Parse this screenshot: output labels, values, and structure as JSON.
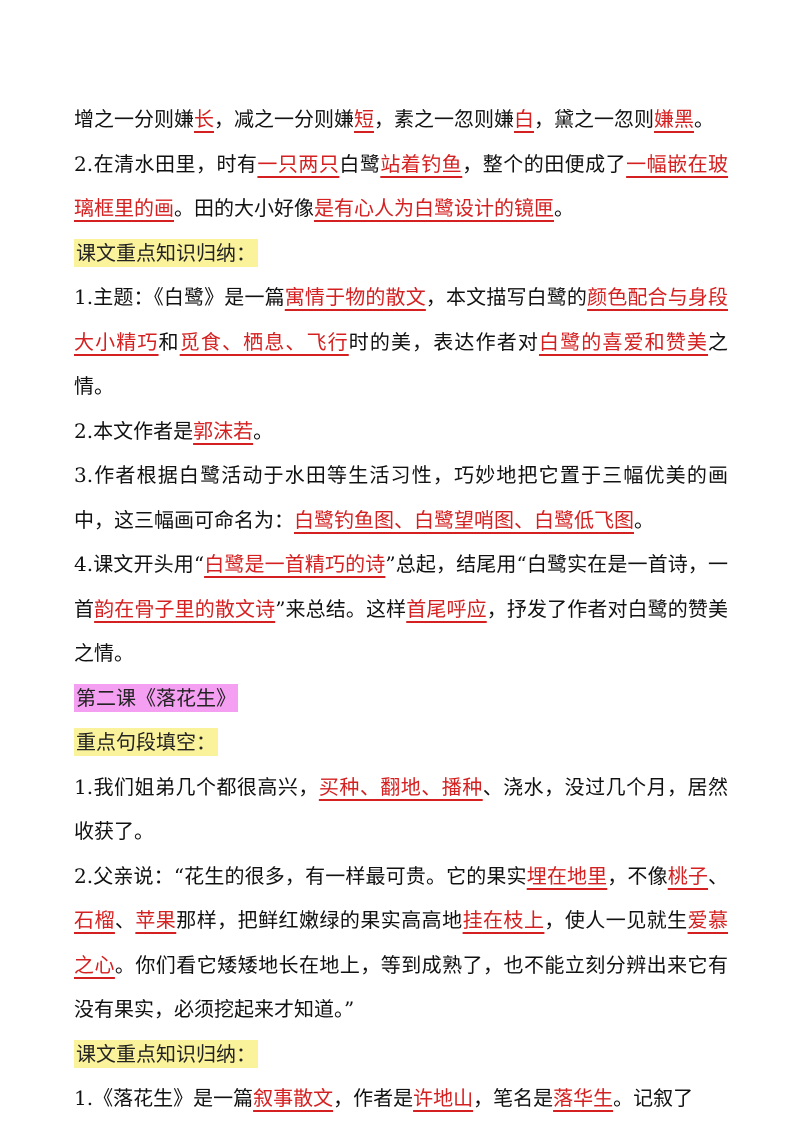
{
  "blocks": [
    {
      "type": "para",
      "segments": [
        {
          "t": "增之一分则嫌"
        },
        {
          "t": "长",
          "b": true
        },
        {
          "t": "，减之一分则嫌"
        },
        {
          "t": "短",
          "b": true
        },
        {
          "t": "，素之一忽则嫌"
        },
        {
          "t": "白",
          "b": true
        },
        {
          "t": "，黛之一忽则"
        },
        {
          "t": "嫌黑",
          "b": true
        },
        {
          "t": "。"
        }
      ]
    },
    {
      "type": "para",
      "segments": [
        {
          "t": "2.在清水田里，时有"
        },
        {
          "t": "一只两只",
          "b": true
        },
        {
          "t": "白鹭"
        },
        {
          "t": "站着钓鱼",
          "b": true
        },
        {
          "t": "，整个的田便成了"
        },
        {
          "t": "一幅嵌在玻璃框里的画",
          "b": true
        },
        {
          "t": "。田的大小好像"
        },
        {
          "t": "是有心人为白鹭设计的镜匣",
          "b": true
        },
        {
          "t": "。"
        }
      ]
    },
    {
      "type": "heading",
      "style": "yellow",
      "text": "课文重点知识归纳："
    },
    {
      "type": "para",
      "segments": [
        {
          "t": "1.主题：《白鹭》是一篇"
        },
        {
          "t": "寓情于物的散文",
          "b": true
        },
        {
          "t": "，本文描写白鹭的"
        },
        {
          "t": "颜色配合与身段大小精巧",
          "b": true
        },
        {
          "t": "和"
        },
        {
          "t": "觅食、栖息、飞行",
          "b": true
        },
        {
          "t": "时的美，表达作者对"
        },
        {
          "t": "白鹭的喜爱和赞美",
          "b": true
        },
        {
          "t": "之情。"
        }
      ]
    },
    {
      "type": "para",
      "segments": [
        {
          "t": "2.本文作者是"
        },
        {
          "t": "郭沫若",
          "b": true
        },
        {
          "t": "。"
        }
      ]
    },
    {
      "type": "para",
      "segments": [
        {
          "t": "3.作者根据白鹭活动于水田等生活习性，巧妙地把它置于三幅优美的画中，这三幅画可命名为："
        },
        {
          "t": "白鹭钓鱼图、白鹭望哨图、白鹭低飞图",
          "b": true
        },
        {
          "t": "。"
        }
      ]
    },
    {
      "type": "para",
      "segments": [
        {
          "t": "4.课文开头用“"
        },
        {
          "t": "白鹭是一首精巧的诗",
          "b": true
        },
        {
          "t": "”总起，结尾用“白鹭实在是一首诗，一首"
        },
        {
          "t": "韵在骨子里的散文诗",
          "b": true
        },
        {
          "t": "”来总结。这样"
        },
        {
          "t": "首尾呼应",
          "b": true
        },
        {
          "t": "，抒发了作者对白鹭的赞美之情。"
        }
      ]
    },
    {
      "type": "heading",
      "style": "pink",
      "text": "第二课《落花生》"
    },
    {
      "type": "heading",
      "style": "yellow",
      "text": "重点句段填空："
    },
    {
      "type": "para",
      "segments": [
        {
          "t": "1.我们姐弟几个都很高兴，"
        },
        {
          "t": "买种、翻地、播种",
          "b": true
        },
        {
          "t": "、浇水，没过几个月，居然收获了。"
        }
      ]
    },
    {
      "type": "para",
      "segments": [
        {
          "t": "2.父亲说：“花生的很多，有一样最可贵。它的果实"
        },
        {
          "t": "埋在地里",
          "b": true
        },
        {
          "t": "，不像"
        },
        {
          "t": "桃子",
          "b": true
        },
        {
          "t": "、"
        },
        {
          "t": "石榴",
          "b": true
        },
        {
          "t": "、"
        },
        {
          "t": "苹果",
          "b": true
        },
        {
          "t": "那样，把鲜红嫩绿的果实高高地"
        },
        {
          "t": "挂在枝上",
          "b": true
        },
        {
          "t": "，使人一见就生"
        },
        {
          "t": "爱慕之心",
          "b": true
        },
        {
          "t": "。你们看它矮矮地长在地上，等到成熟了，也不能立刻分辨出来它有没有果实，必须挖起来才知道。”"
        }
      ]
    },
    {
      "type": "heading",
      "style": "yellow",
      "text": "课文重点知识归纳："
    },
    {
      "type": "para",
      "segments": [
        {
          "t": "1.《落花生》是一篇"
        },
        {
          "t": "叙事散文",
          "b": true
        },
        {
          "t": "，作者是"
        },
        {
          "t": "许地山",
          "b": true
        },
        {
          "t": "，笔名是"
        },
        {
          "t": "落华生",
          "b": true
        },
        {
          "t": "。记叙了"
        }
      ]
    }
  ]
}
